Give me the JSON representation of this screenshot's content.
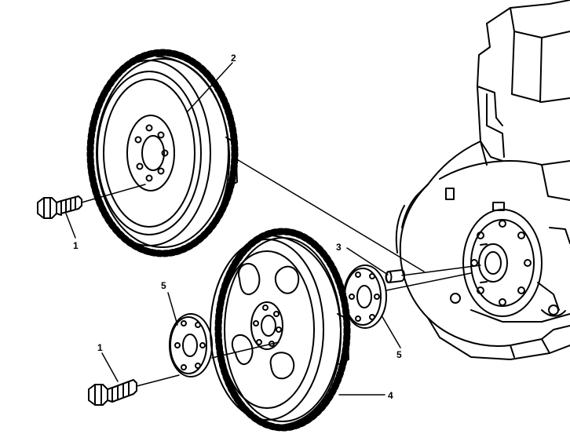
{
  "callouts": {
    "c1_upper": "1",
    "c1_lower": "1",
    "c2": "2",
    "c3": "3",
    "c4": "4",
    "c5_left": "5",
    "c5_right": "5"
  },
  "colors": {
    "ink": "#000000",
    "paper": "#ffffff"
  }
}
